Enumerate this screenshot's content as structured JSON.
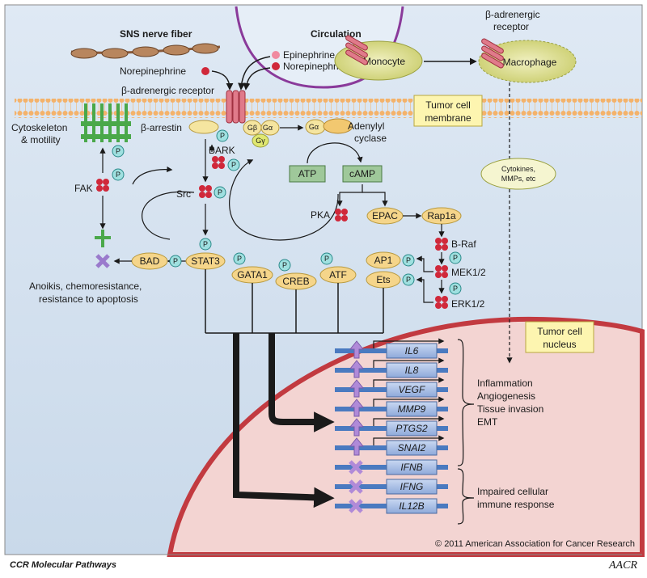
{
  "title_nerve": "SNS nerve fiber",
  "circulation": "Circulation",
  "epinephrine": "Epinephrine",
  "norepinephrine_circ": "Norepinephrine",
  "norepinephrine_nerve": "Norepinephrine",
  "beta_receptor_top": "β-adrenergic",
  "beta_receptor_top2": "receptor",
  "monocyte": "Monocyte",
  "macrophage": "Macrophage",
  "beta_receptor_mem": "β-adrenergic receptor",
  "membrane_box": [
    "Tumor cell",
    "membrane"
  ],
  "cytoskeleton": [
    "Cytoskeleton",
    "& motility"
  ],
  "barrestin": "β-arrestin",
  "gbeta": "Gβ",
  "galpha": "Gα",
  "galpha_sub": "s",
  "ggamma": "Gγ",
  "galpha_free": "Gα",
  "adenylyl": [
    "Adenylyl",
    "cyclase"
  ],
  "bark": "BARK",
  "fak": "FAK",
  "src": "Src",
  "atp": "ATP",
  "camp": "cAMP",
  "pka": "PKA",
  "epac": "EPAC",
  "rap1a": "Rap1a",
  "braf": "B-Raf",
  "mek": "MEK1/2",
  "erk": "ERK1/2",
  "cytokines": [
    "Cytokines,",
    "MMPs, etc"
  ],
  "phos": "P",
  "tf": {
    "bad": "BAD",
    "stat3": "STAT3",
    "gata1": "GATA1",
    "creb": "CREB",
    "atf": "ATF",
    "ap1": "AP1",
    "ets": "Ets"
  },
  "anoikis": [
    "Anoikis, chemoresistance,",
    "resistance to apoptosis"
  ],
  "nucleus_box": [
    "Tumor cell",
    "nucleus"
  ],
  "genes_up": [
    "IL6",
    "IL8",
    "VEGF",
    "MMP9",
    "PTGS2",
    "SNAI2"
  ],
  "genes_down": [
    "IFNB",
    "IFNG",
    "IL12B"
  ],
  "outcome_up": [
    "Inflammation",
    "Angiogenesis",
    "Tissue invasion",
    "EMT"
  ],
  "outcome_down": [
    "Impaired cellular",
    "immune response"
  ],
  "copyright": "© 2011 American Association for Cancer Research",
  "footer_left": "CCR Molecular Pathways",
  "footer_logo": "AACR"
}
